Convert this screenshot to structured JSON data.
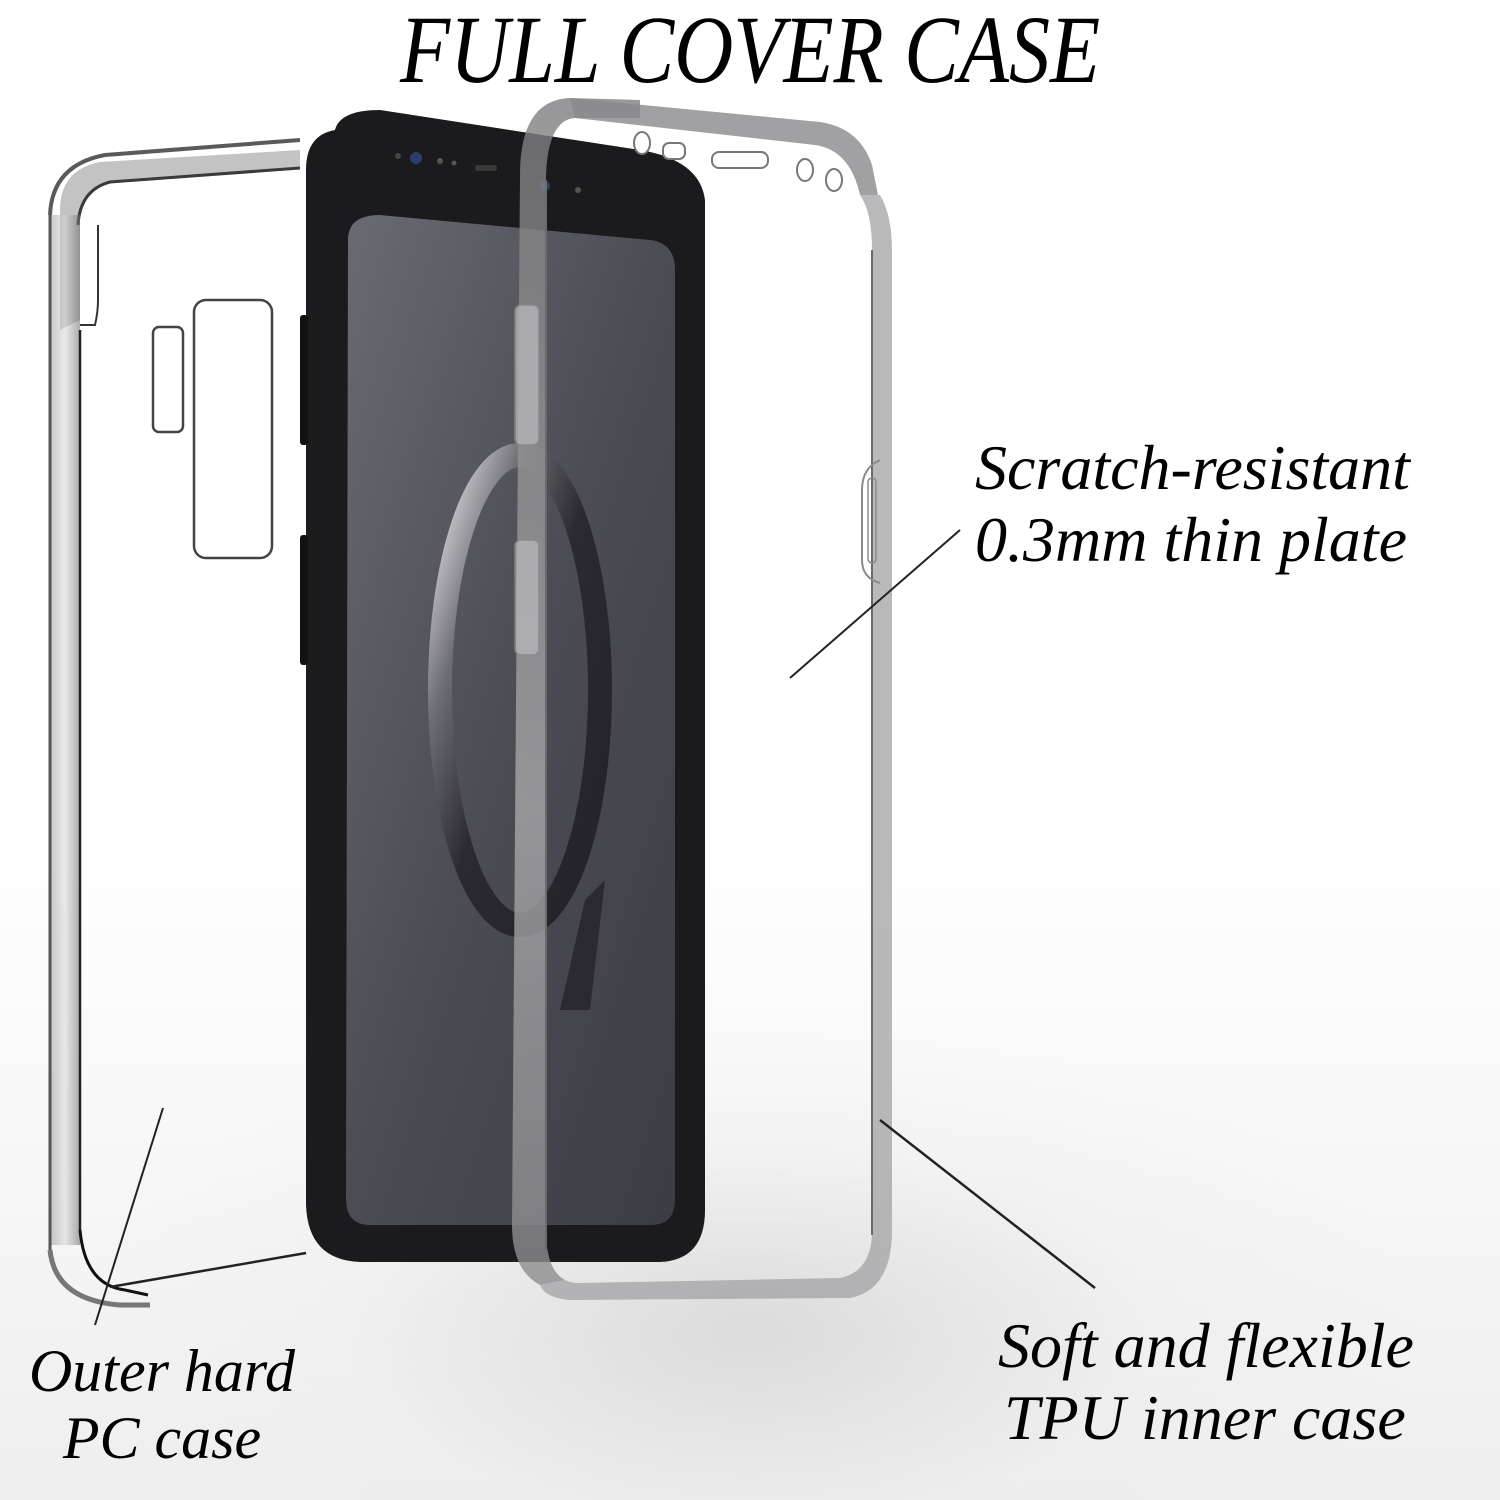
{
  "title": "FULL COVER CASE",
  "callouts": {
    "scratch_resistant": {
      "line1": "Scratch-resistant",
      "line2": "0.3mm thin plate"
    },
    "soft_flexible": {
      "line1": "Soft and flexible",
      "line2": "TPU inner case"
    },
    "outer_hard": {
      "line1": "Outer hard",
      "line2": "PC case"
    }
  },
  "products": [
    {
      "name": "Outer hard PC back case",
      "color": "transparent clear"
    },
    {
      "name": "Smartphone (black)",
      "color": "#1b1b1e"
    },
    {
      "name": "TPU front inner case",
      "color": "transparent smoke grey"
    }
  ],
  "colors": {
    "text": "#000000",
    "background": "#ffffff",
    "phone_body": "#1b1b1e",
    "phone_screen": "#4d4d55",
    "tpu_frame": "#8a8a8c"
  }
}
